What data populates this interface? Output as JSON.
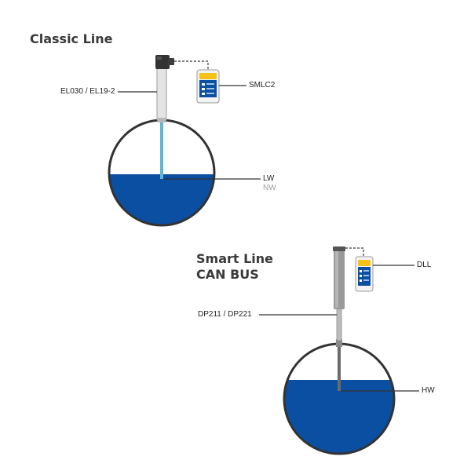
{
  "colors": {
    "water": "#0b4fa3",
    "tank_outline": "#333333",
    "probe_rod": "#5fb7cf",
    "label_text": "#222222",
    "muted_text": "#9a9a9a",
    "device_screen": "#f6c21a",
    "device_blue": "#0b4fa3"
  },
  "classic": {
    "title": "Classic Line",
    "sensor_label": "EL030 / EL19-2",
    "device_label": "SMLC2",
    "level_label": "LW",
    "secondary_label": "NW"
  },
  "smart": {
    "title_line1": "Smart Line",
    "title_line2": "CAN BUS",
    "sensor_label": "DP211 / DP221",
    "device_label": "DLL",
    "level_label": "HW"
  }
}
